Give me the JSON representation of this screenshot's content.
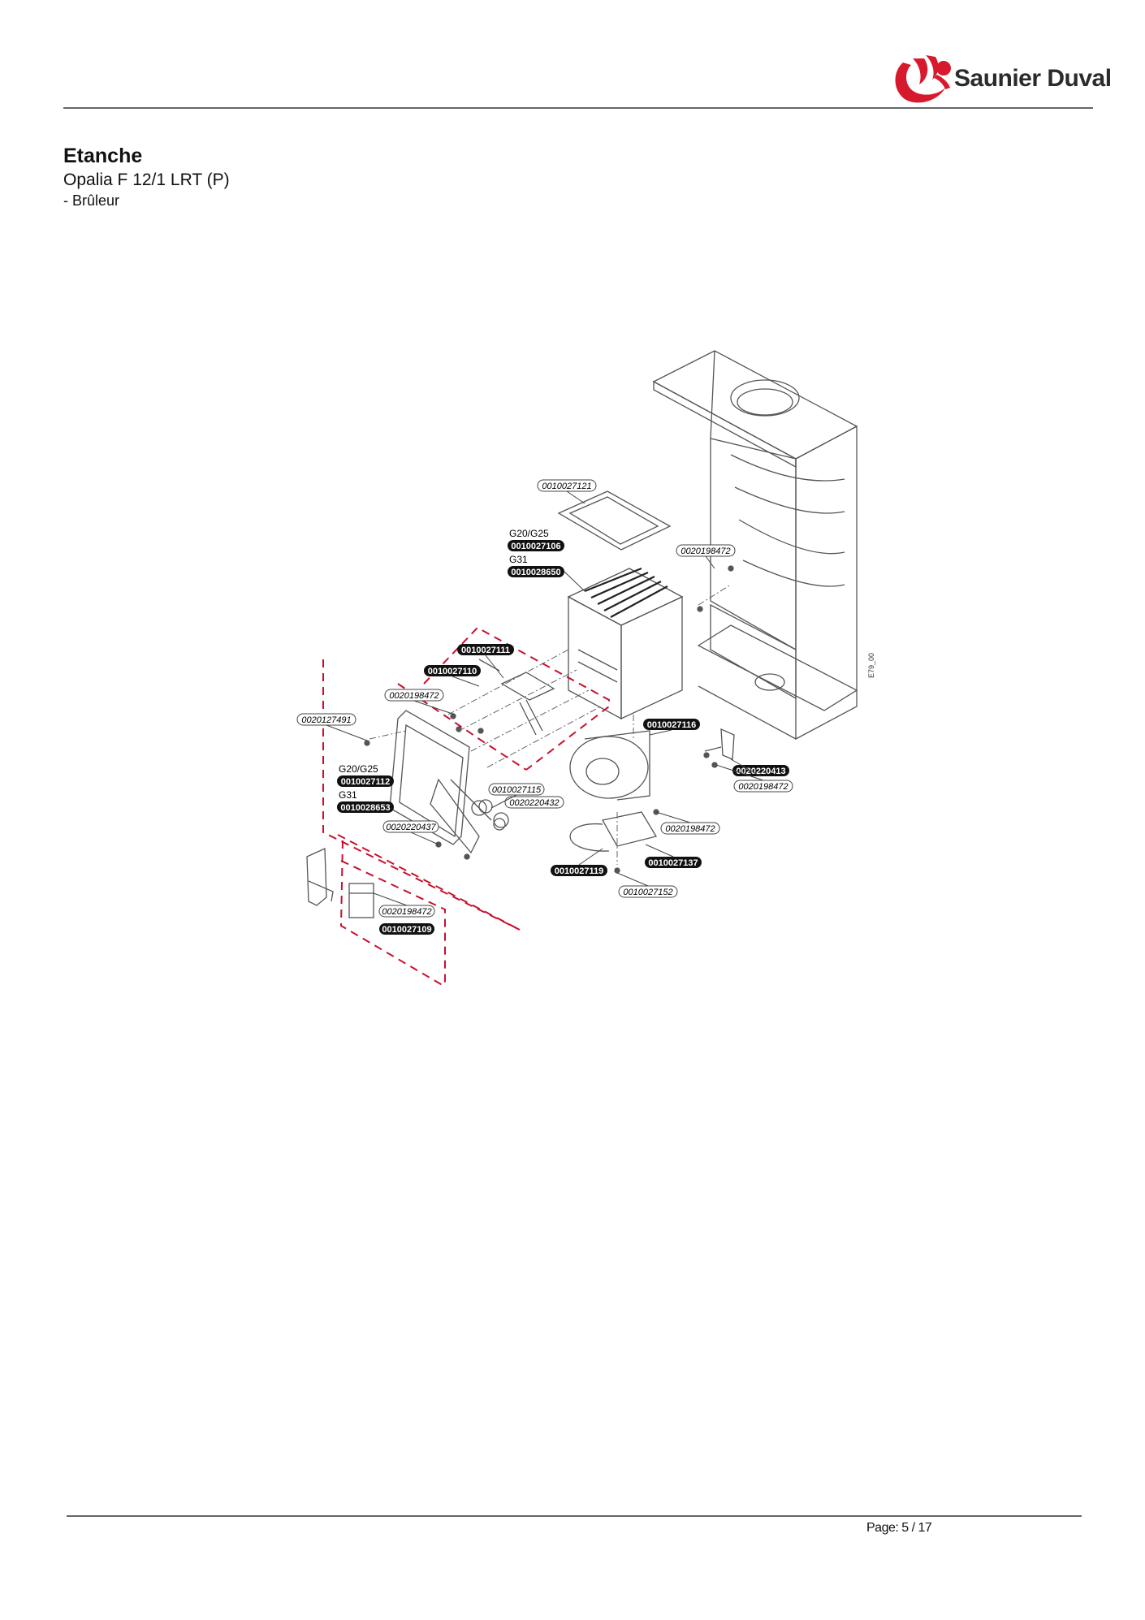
{
  "header": {
    "brand": "Saunier Duval",
    "logo_icon": "salamander-logo-icon",
    "brand_color": "#d7192d"
  },
  "document": {
    "title": "Etanche",
    "model": "Opalia F 12/1 LRT (P)",
    "section": "- Brûleur"
  },
  "diagram": {
    "drawing_code": "E79_00",
    "gas_labels": {
      "g20_g25": "G20/G25",
      "g31": "G31"
    },
    "parts": {
      "p1": "0010027121",
      "p2": "0010027106",
      "p3": "0010028650",
      "p4": "0020198472",
      "p5": "0010027111",
      "p6": "0010027110",
      "p7": "0020198472",
      "p8": "0020127491",
      "p9": "0010027116",
      "p10": "0020220413",
      "p11": "0020198472",
      "p12": "0010027112",
      "p13": "0010028653",
      "p14": "0010027115",
      "p15": "0020220432",
      "p16": "0020198472",
      "p17": "0020220437",
      "p18": "0010027137",
      "p19": "0010027119",
      "p20": "0010027152",
      "p21": "0020198472",
      "p22": "0010027109"
    },
    "dash_color": "#c8102e"
  },
  "footer": {
    "page": "Page: 5 / 17"
  }
}
